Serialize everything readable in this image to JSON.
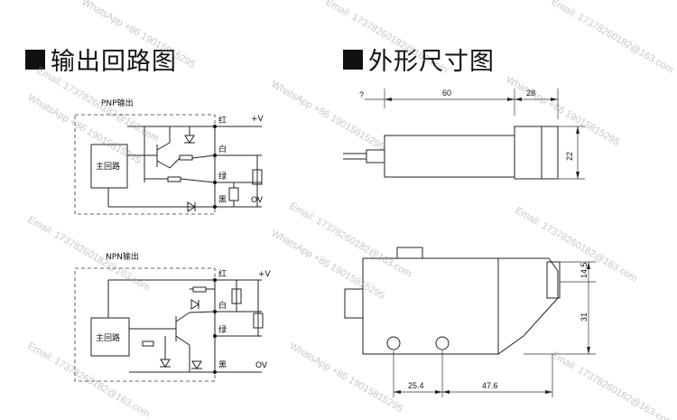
{
  "headings": {
    "circuit": "输出回路图",
    "dimensions": "外形尺寸图"
  },
  "pnp_circuit": {
    "title": "PNP输出",
    "main_block": "主回路",
    "terminals": [
      "红",
      "白",
      "绿",
      "黑"
    ],
    "plus_v": "+V",
    "zero_v": "OV"
  },
  "npn_circuit": {
    "title": "NPN输出",
    "main_block": "主回路",
    "terminals": [
      "红",
      "白",
      "绿",
      "黑"
    ],
    "plus_v": "+V",
    "zero_v": "OV"
  },
  "top_view": {
    "dim_body": "60",
    "dim_head": "28",
    "dim_height": "22",
    "dim_small": "?"
  },
  "side_view": {
    "dim_top": "14.5",
    "dim_height": "31",
    "dim_hole1": "25.4",
    "dim_hole2": "47.6"
  },
  "watermark": {
    "email": "Email: 17378260182@163.com",
    "whatsapp": "WhatsApp +86 19015815295"
  }
}
